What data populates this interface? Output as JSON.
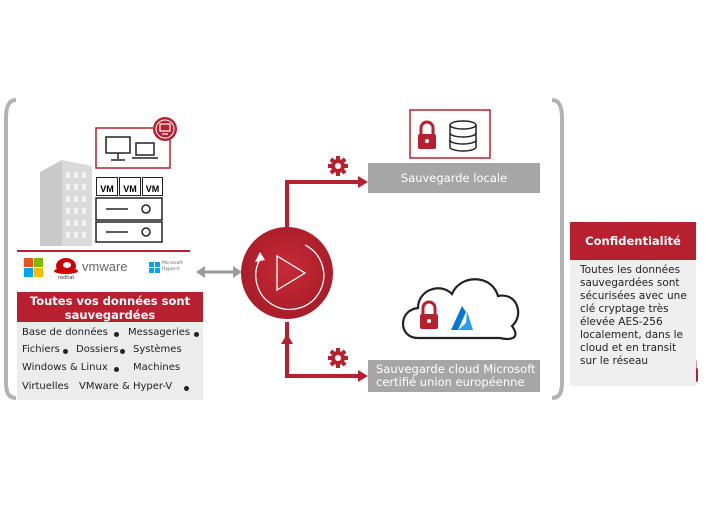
{
  "sources": {
    "logos": [
      "windows-logo",
      "redhat-logo",
      "vmware-logo",
      "hyperv-logo"
    ],
    "vmware_text": "vmware",
    "redhat_text": "redhat",
    "hyperv_text": "Microsoft Hyper-V",
    "vm_label": "VM",
    "title": "Toutes vos données sont sauvegardées",
    "items": [
      "Base de données",
      "Messageries",
      "Fichiers",
      "Dossiers",
      "Systèmes",
      "Windows & Linux",
      "Machines",
      "Virtuelles",
      "VMware & Hyper-V"
    ]
  },
  "destinations": {
    "local_label": "Sauvegarde locale",
    "cloud_label_line1": "Sauvegarde cloud Microsoft",
    "cloud_label_line2": "certifié union européenne"
  },
  "confidentiality": {
    "title": "Confidentialité",
    "text": "Toutes les données sauvegardées sont sécurisées avec une clé cryptage très élevée AES-256 localement, dans le cloud et en transit sur le réseau"
  },
  "colors": {
    "brand_red": "#b7202e",
    "gray_bar": "#a6a6a6",
    "bracket_gray": "#b3b3b3"
  }
}
